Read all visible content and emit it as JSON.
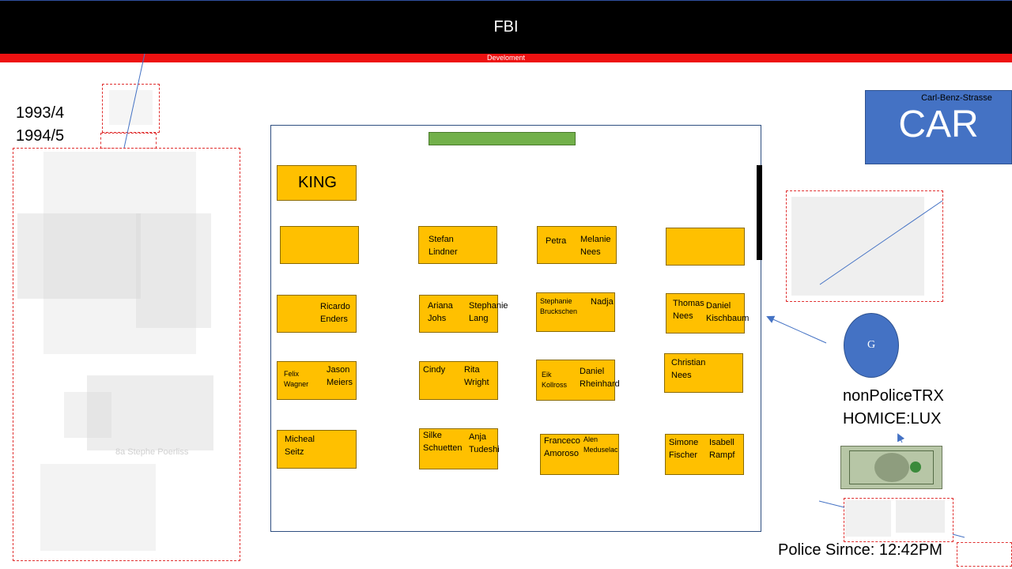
{
  "header": {
    "title": "FBI",
    "subtitle": "Develoment"
  },
  "years": [
    "1993/4",
    "1994/5"
  ],
  "faded_caption": "8a Stephe Poerliss",
  "classroom": {
    "front_desk": "KING",
    "desks": [
      {
        "names": []
      },
      {
        "names": [
          "Stefan\nLindner"
        ]
      },
      {
        "names": [
          "Petra",
          "Melanie\nNees"
        ]
      },
      {
        "names": []
      },
      {
        "names": [
          "Ricardo\nEnders"
        ]
      },
      {
        "names": [
          "Ariana\nJohs",
          "Stephanie\nLang"
        ]
      },
      {
        "names": [
          "Stephanie\nBruckschen",
          "Nadja"
        ]
      },
      {
        "names": [
          "Thomas\nNees",
          "Daniel\nKischbaum"
        ]
      },
      {
        "names": [
          "Felix\nWagner",
          "Jason\nMeiers"
        ]
      },
      {
        "names": [
          "Cindy",
          "Rita\nWright"
        ]
      },
      {
        "names": [
          "Eik\nKollross",
          "Daniel\nRheinhard"
        ]
      },
      {
        "names": [
          "Christian\nNees"
        ]
      },
      {
        "names": [
          "Micheal\nSeitz"
        ]
      },
      {
        "names": [
          "Silke\nSchuetten",
          "Anja\nTudeshi"
        ]
      },
      {
        "names": [
          "Franceco\nAmoroso",
          "Alen\nMeduselac"
        ]
      },
      {
        "names": [
          "Simone\nFischer",
          "Isabell\nRampf"
        ]
      }
    ]
  },
  "car": {
    "street": "Carl-Benz-Strasse",
    "label": "CAR"
  },
  "circle_label": "G",
  "info": {
    "line1": "nonPoliceTRX",
    "line2": "HOMICE:LUX"
  },
  "police_since": "Police Sirnce: 12:42PM",
  "colors": {
    "header": "#000000",
    "accent_bar": "#ee1111",
    "desk": "#ffc000",
    "board": "#72b04a",
    "car": "#4472c4"
  }
}
